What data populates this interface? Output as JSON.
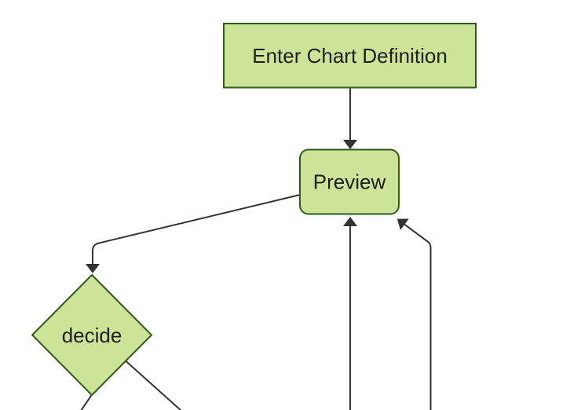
{
  "diagram": {
    "type": "flowchart",
    "direction": "top-down",
    "nodes": [
      {
        "id": "A",
        "label": "Enter Chart Definition",
        "shape": "rectangle"
      },
      {
        "id": "B",
        "label": "Preview",
        "shape": "rounded-rectangle"
      },
      {
        "id": "C",
        "label": "decide",
        "shape": "diamond"
      }
    ],
    "edges": [
      {
        "from": "A",
        "to": "B",
        "arrow": true
      },
      {
        "from": "B",
        "to": "C",
        "arrow": true
      },
      {
        "from": "C",
        "to": "offscreen-bottom-left",
        "arrow": false
      },
      {
        "from": "C",
        "to": "offscreen-bottom-right",
        "arrow": false
      },
      {
        "from": "offscreen-bottom",
        "to": "B",
        "arrow": true
      },
      {
        "from": "offscreen-bottom-right",
        "to": "B",
        "arrow": true
      }
    ],
    "colors": {
      "node_fill": "#cde498",
      "node_border": "#2f5a18",
      "edge": "#333333",
      "text": "#1f1f1f",
      "background": "#ffffff"
    }
  }
}
